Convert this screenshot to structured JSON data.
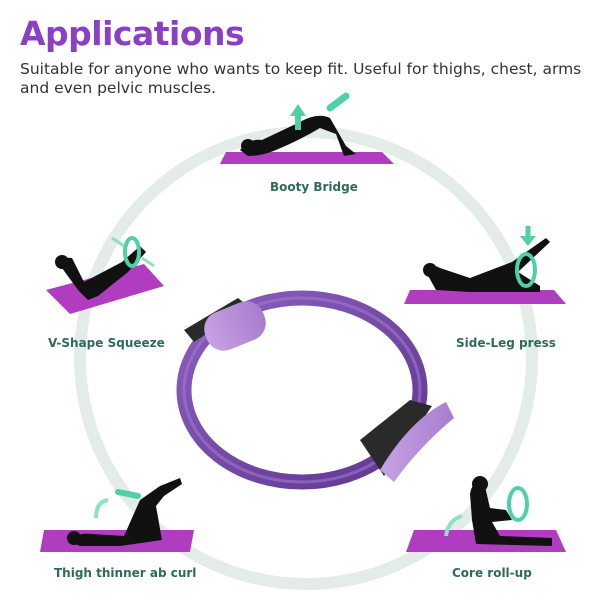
{
  "heading": "Applications",
  "description": "Suitable for anyone who wants to keep fit. Useful for thighs, chest, arms and even pelvic muscles.",
  "exercises": [
    {
      "label": "Booty Bridge"
    },
    {
      "label": "V-Shape Squeeze"
    },
    {
      "label": "Side-Leg press"
    },
    {
      "label": "Thigh thinner ab curl"
    },
    {
      "label": "Core roll-up"
    }
  ],
  "colors": {
    "title": "#8a3fc4",
    "mat": "#b03cc0",
    "ring": "#7a4aa8",
    "arrow": "#4fd1a8",
    "label": "#2e6b5a"
  }
}
